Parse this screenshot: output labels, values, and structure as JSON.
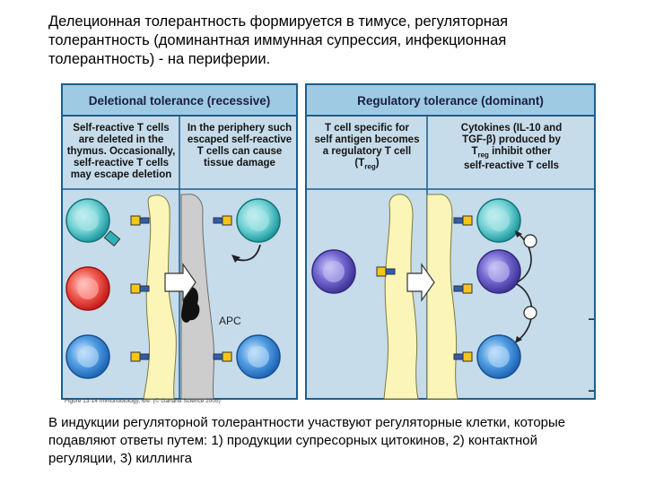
{
  "heading": "Делеционная толерантность формируется в тимусе, регуляторная толерантность (доминантная иммунная супрессия, инфекционная толерантность) - на периферии.",
  "figure": {
    "left_title": "Deletional tolerance (recessive)",
    "right_title": "Regulatory tolerance (dominant)",
    "captions": {
      "thymus": "Self-reactive T cells are deleted in the thymus. Occasionally, self-reactive T cells may escape deletion",
      "periphery_prefix": "In the periphery",
      "periphery": "such escaped self-reactive T cells can cause tissue damage",
      "treg_line1": "T cell specific for",
      "treg_line2": "self antigen becomes",
      "treg_line3": "a regulatory T cell",
      "treg_t": "T",
      "treg_sub": "reg",
      "cyto_line1": "Cytokines (IL-10 and",
      "cyto_line2": "TGF-β) produced by",
      "cyto_t": "T",
      "cyto_sub": "reg",
      "cyto_line3_rest": " inhibit other",
      "cyto_line4": "self-reactive T cells"
    },
    "apc_label": "APC",
    "inhibit_symbol": "−",
    "credit": "Figure 13-14  Immunobiology, 6/e. (© Garland Science 2005)",
    "colors": {
      "panel_fill": "#c6dcea",
      "panel_border": "#1f5d8c",
      "title_fill": "#9ecbe3",
      "apc_fill": "#fbf6b8",
      "damaged_fill": "#cdcdcd",
      "cell_teal": "#2fb0b6",
      "cell_red": "#e0302c",
      "cell_blue": "#2f7fd0",
      "cell_purple": "#5a4fb6"
    }
  },
  "footer": "В индукции регуляторной толерантности участвуют регуляторные клетки, которые подавляют ответы путем: 1) продукции супресорных цитокинов, 2) контактной регуляции, 3) киллинга"
}
